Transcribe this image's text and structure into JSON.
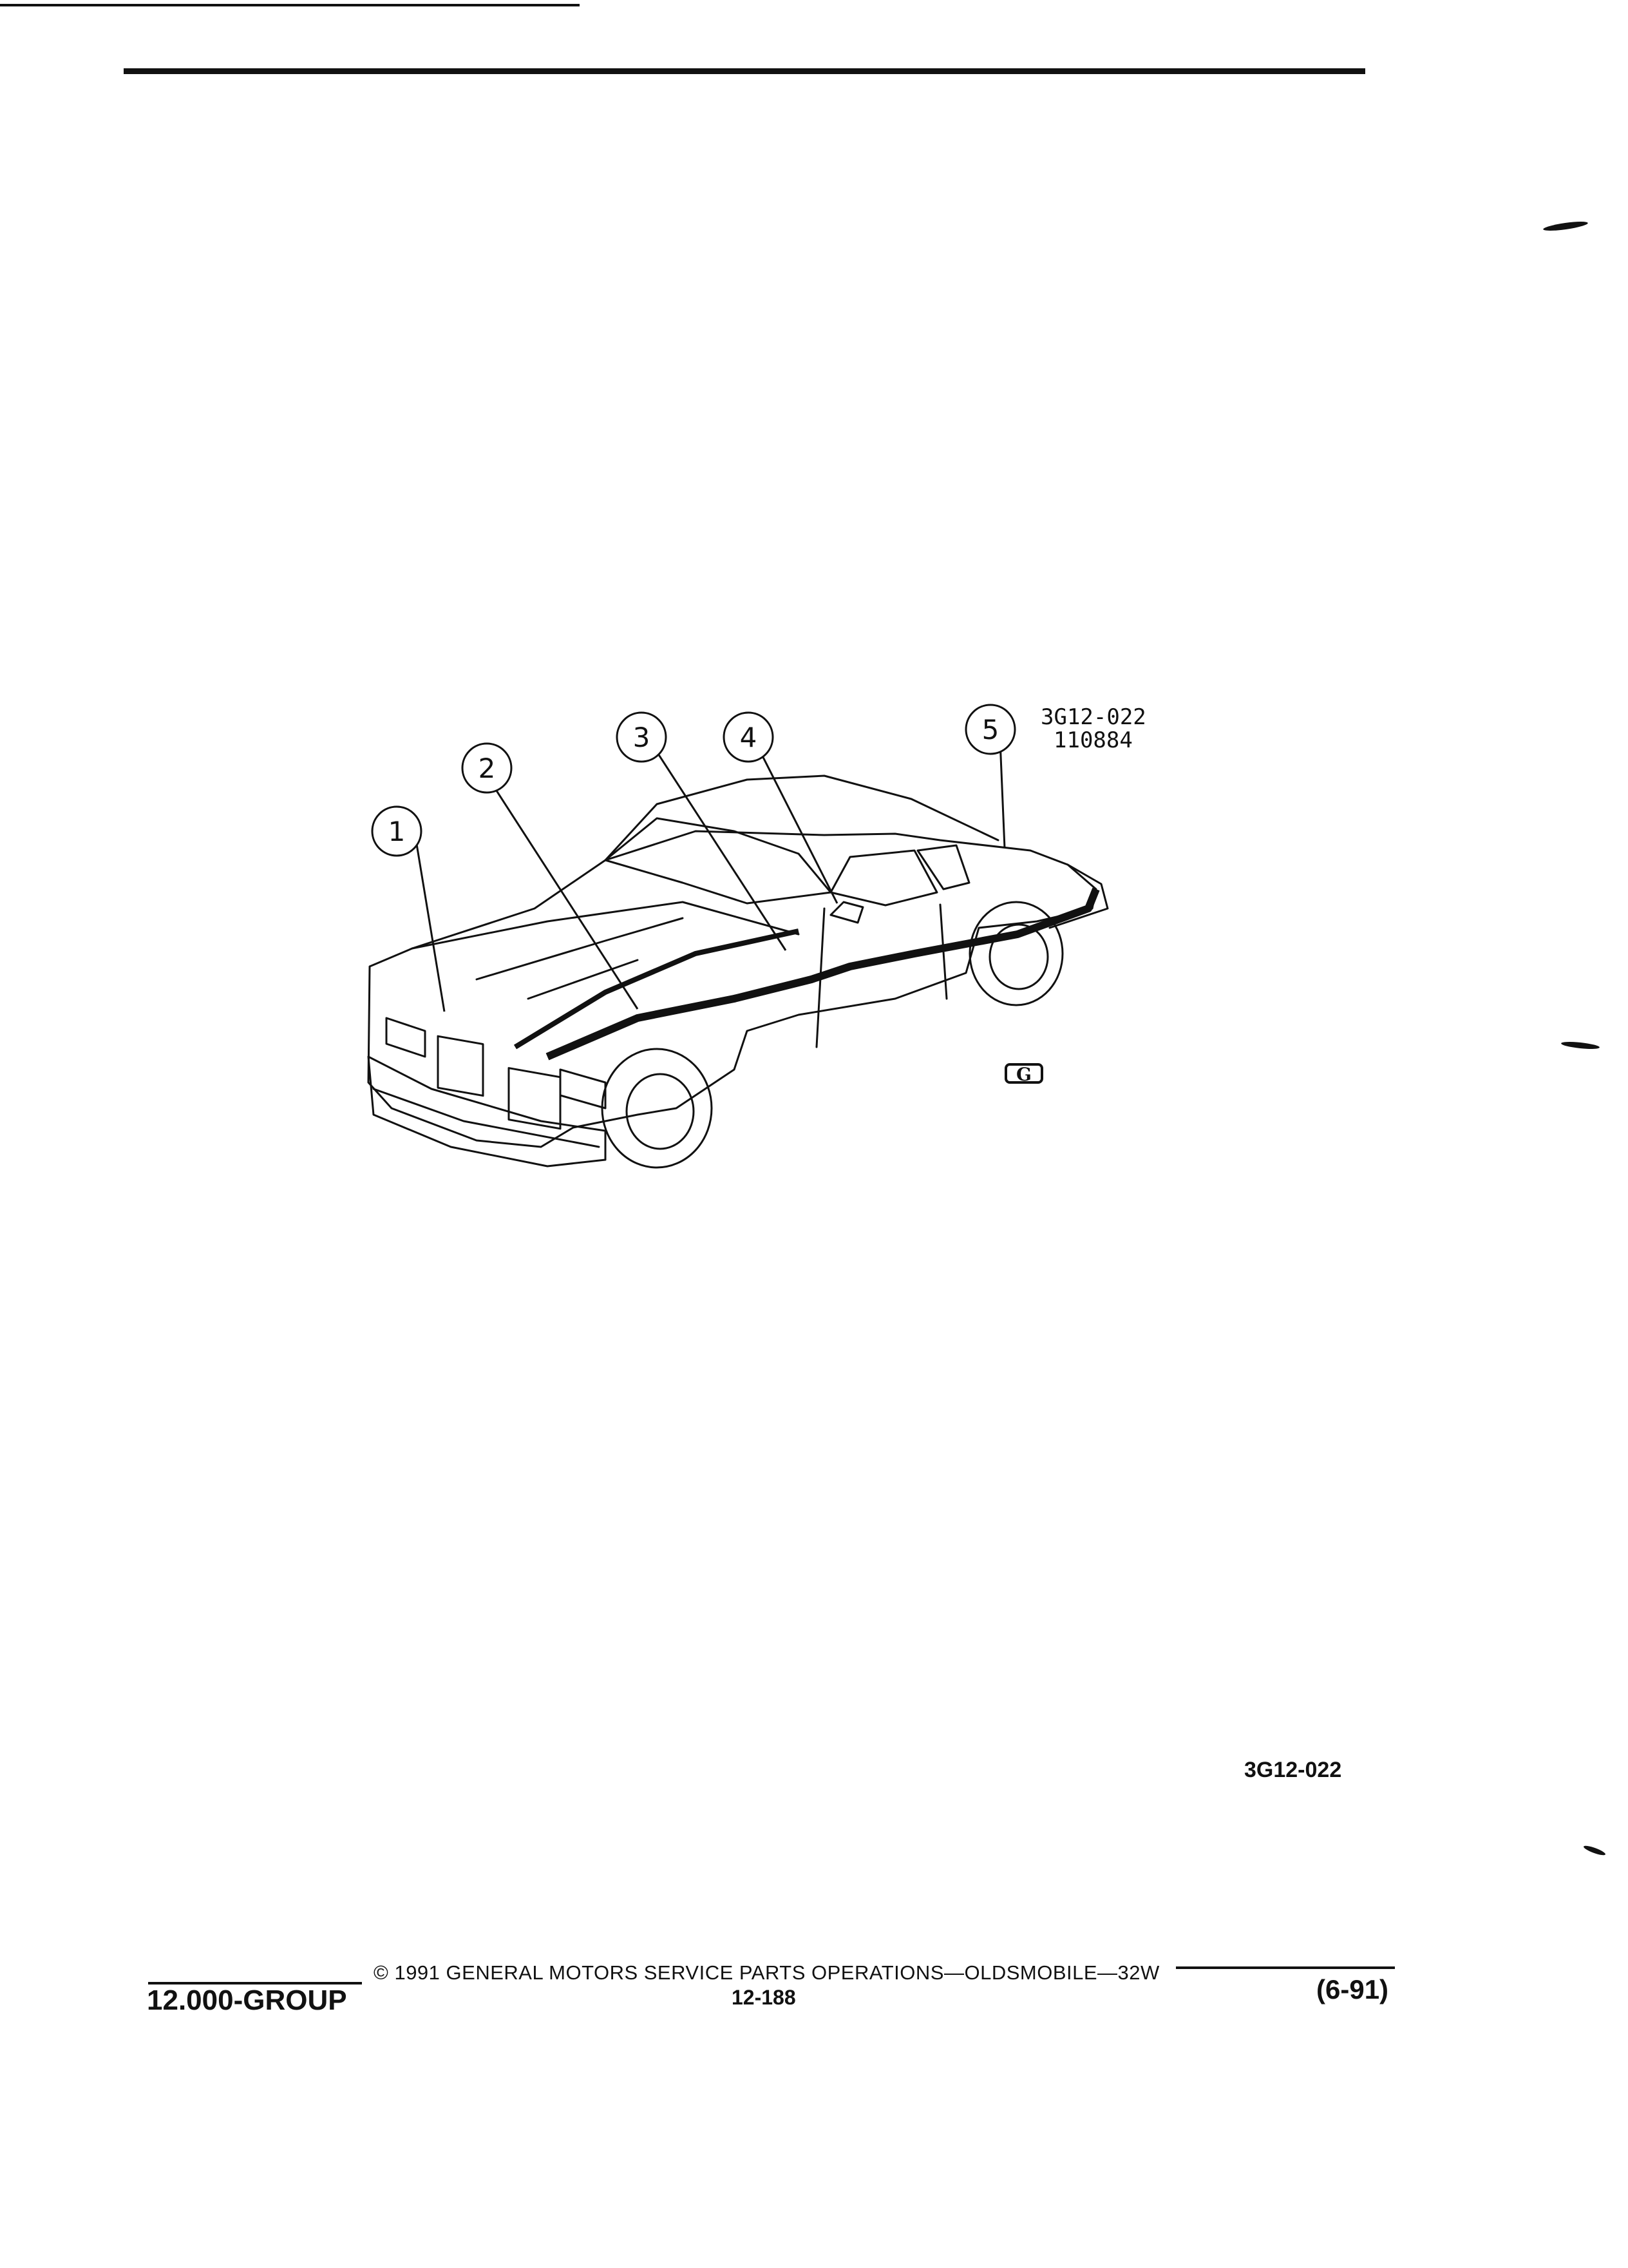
{
  "figure": {
    "callouts": [
      {
        "number": "1"
      },
      {
        "number": "2"
      },
      {
        "number": "3"
      },
      {
        "number": "4"
      },
      {
        "number": "5"
      }
    ],
    "ref_code_line1": "3G12-022",
    "ref_code_line2": "110884",
    "gm_logo_text": "G"
  },
  "figure_id": "3G12-022",
  "footer": {
    "copyright": "© 1991 GENERAL MOTORS SERVICE PARTS OPERATIONS—OLDSMOBILE—32W",
    "group": "12.000-GROUP",
    "page_number": "12-188",
    "revision_date": "(6-91)"
  }
}
